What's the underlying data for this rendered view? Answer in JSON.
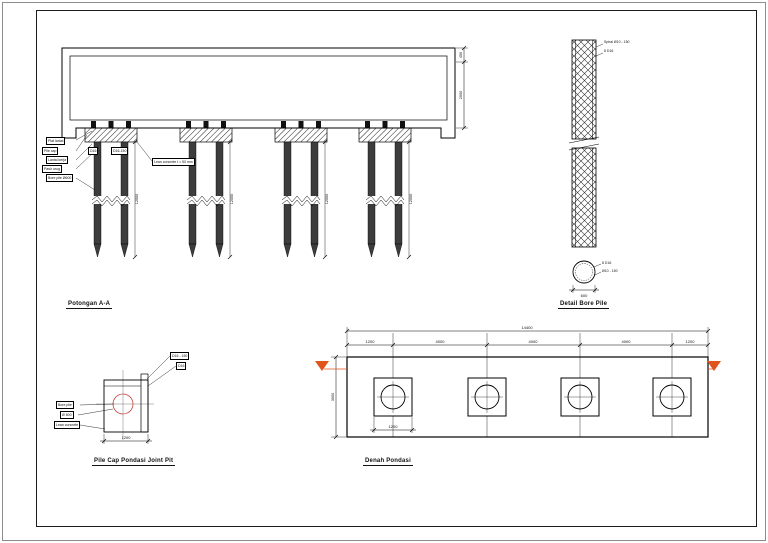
{
  "sheet": {
    "section_aa": {
      "title": "Potongan A-A",
      "callouts_left": [
        "Plat lantai",
        "Pile cap",
        "Lantai kerja",
        "Pasir urug",
        "Bore pile Ø600"
      ],
      "callouts_cap": [
        "D16",
        "D16-150"
      ],
      "callout_note": "Lean concrete t = 50 mm",
      "dims": {
        "slab": "450",
        "pit_depth": "2000",
        "pile_depth": "12000"
      }
    },
    "bore_pile": {
      "title": "Detail Bore Pile",
      "elevation_callouts": [
        "Spiral Ø10 - 150",
        "8 D16"
      ],
      "section_callouts": [
        "8 D16",
        "Ø10 - 150"
      ],
      "dims": {
        "diameter": "600"
      }
    },
    "denah": {
      "title": "Denah Pondasi",
      "dims": {
        "overall": "14400",
        "segments": [
          "1200",
          "4000",
          "4000",
          "4000",
          "1200"
        ],
        "height": "3000",
        "cap_width": "1200"
      }
    },
    "pile_cap": {
      "title": "Pile Cap Pondasi Joint Pit",
      "callouts_right": [
        "D16 - 150",
        "D16"
      ],
      "callouts_left": [
        "Bore pile",
        "Ø 600",
        "Lean concrete"
      ],
      "dims": {
        "width": "1200"
      }
    }
  }
}
